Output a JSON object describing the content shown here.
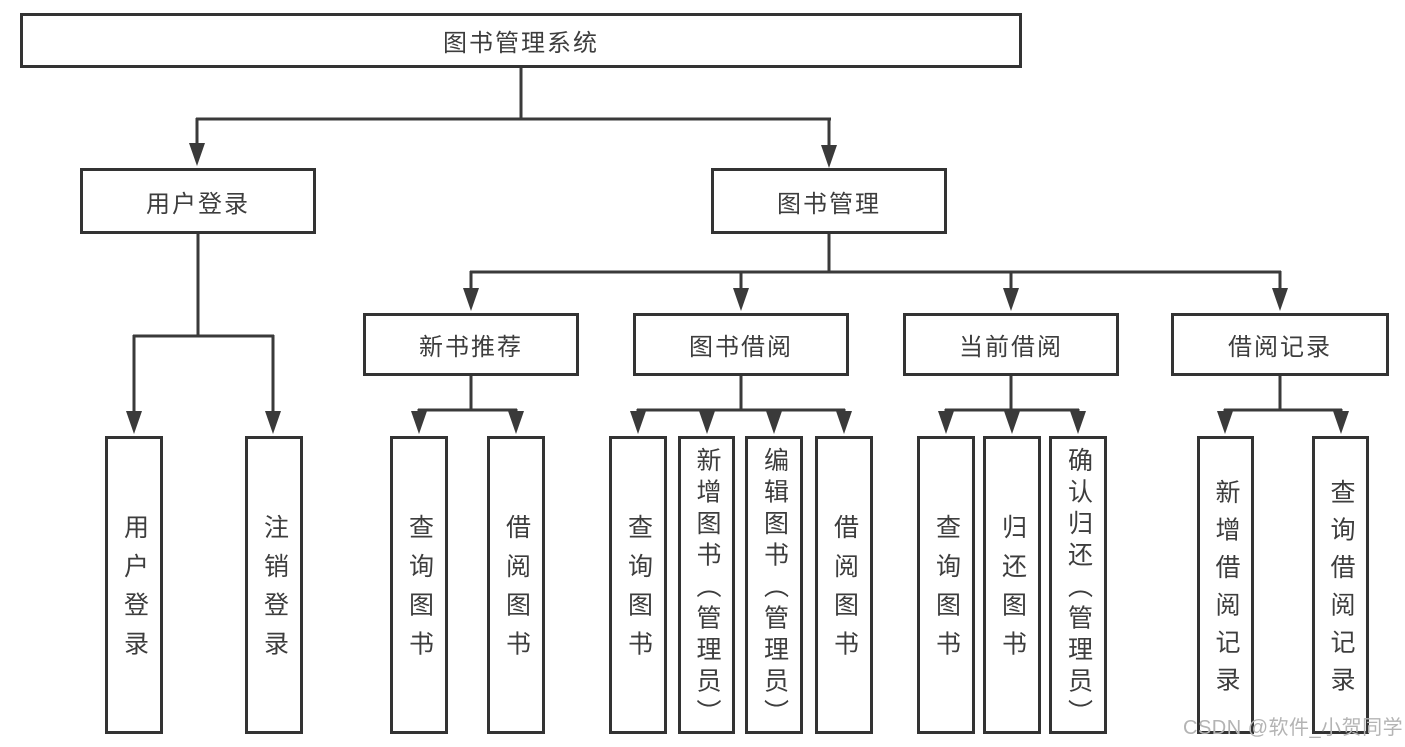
{
  "colors": {
    "line": "#3a3a3a",
    "box-border": "#333333",
    "text": "#3d3d3d",
    "watermark": "#b4b4b4",
    "bg": "#ffffff"
  },
  "watermark": {
    "text": "CSDN @软件_小贺同学"
  },
  "tree": {
    "root": {
      "label": "图书管理系统"
    },
    "login": {
      "label": "用户登录",
      "children": [
        {
          "label": "用户登录"
        },
        {
          "label": "注销登录"
        }
      ]
    },
    "management": {
      "label": "图书管理",
      "groups": [
        {
          "label": "新书推荐",
          "children": [
            {
              "label": "查询图书"
            },
            {
              "label": "借阅图书"
            }
          ]
        },
        {
          "label": "图书借阅",
          "children": [
            {
              "label": "查询图书"
            },
            {
              "label": "新增图书（管理员）"
            },
            {
              "label": "编辑图书（管理员）"
            },
            {
              "label": "借阅图书"
            }
          ]
        },
        {
          "label": "当前借阅",
          "children": [
            {
              "label": "查询图书"
            },
            {
              "label": "归还图书"
            },
            {
              "label": "确认归还（管理员）"
            }
          ]
        },
        {
          "label": "借阅记录",
          "children": [
            {
              "label": "新增借阅记录"
            },
            {
              "label": "查询借阅记录"
            }
          ]
        }
      ]
    }
  }
}
